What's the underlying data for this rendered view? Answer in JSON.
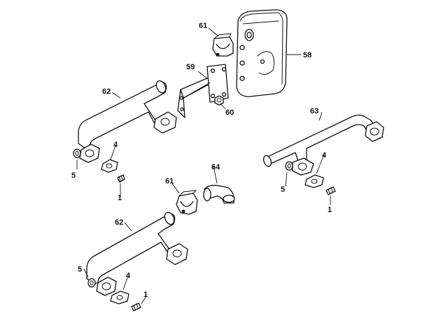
{
  "callouts": {
    "c58": "58",
    "c59": "59",
    "c60": "60",
    "c61_top": "61",
    "c61_mid": "61",
    "c62_top": "62",
    "c62_bottom": "62",
    "c63": "63",
    "c64": "64",
    "c4_top": "4",
    "c4_right": "4",
    "c4_bottom": "4",
    "c5_top": "5",
    "c5_right": "5",
    "c5_bottom": "5",
    "c1_top": "1",
    "c1_right": "1",
    "c1_bottom": "1"
  }
}
